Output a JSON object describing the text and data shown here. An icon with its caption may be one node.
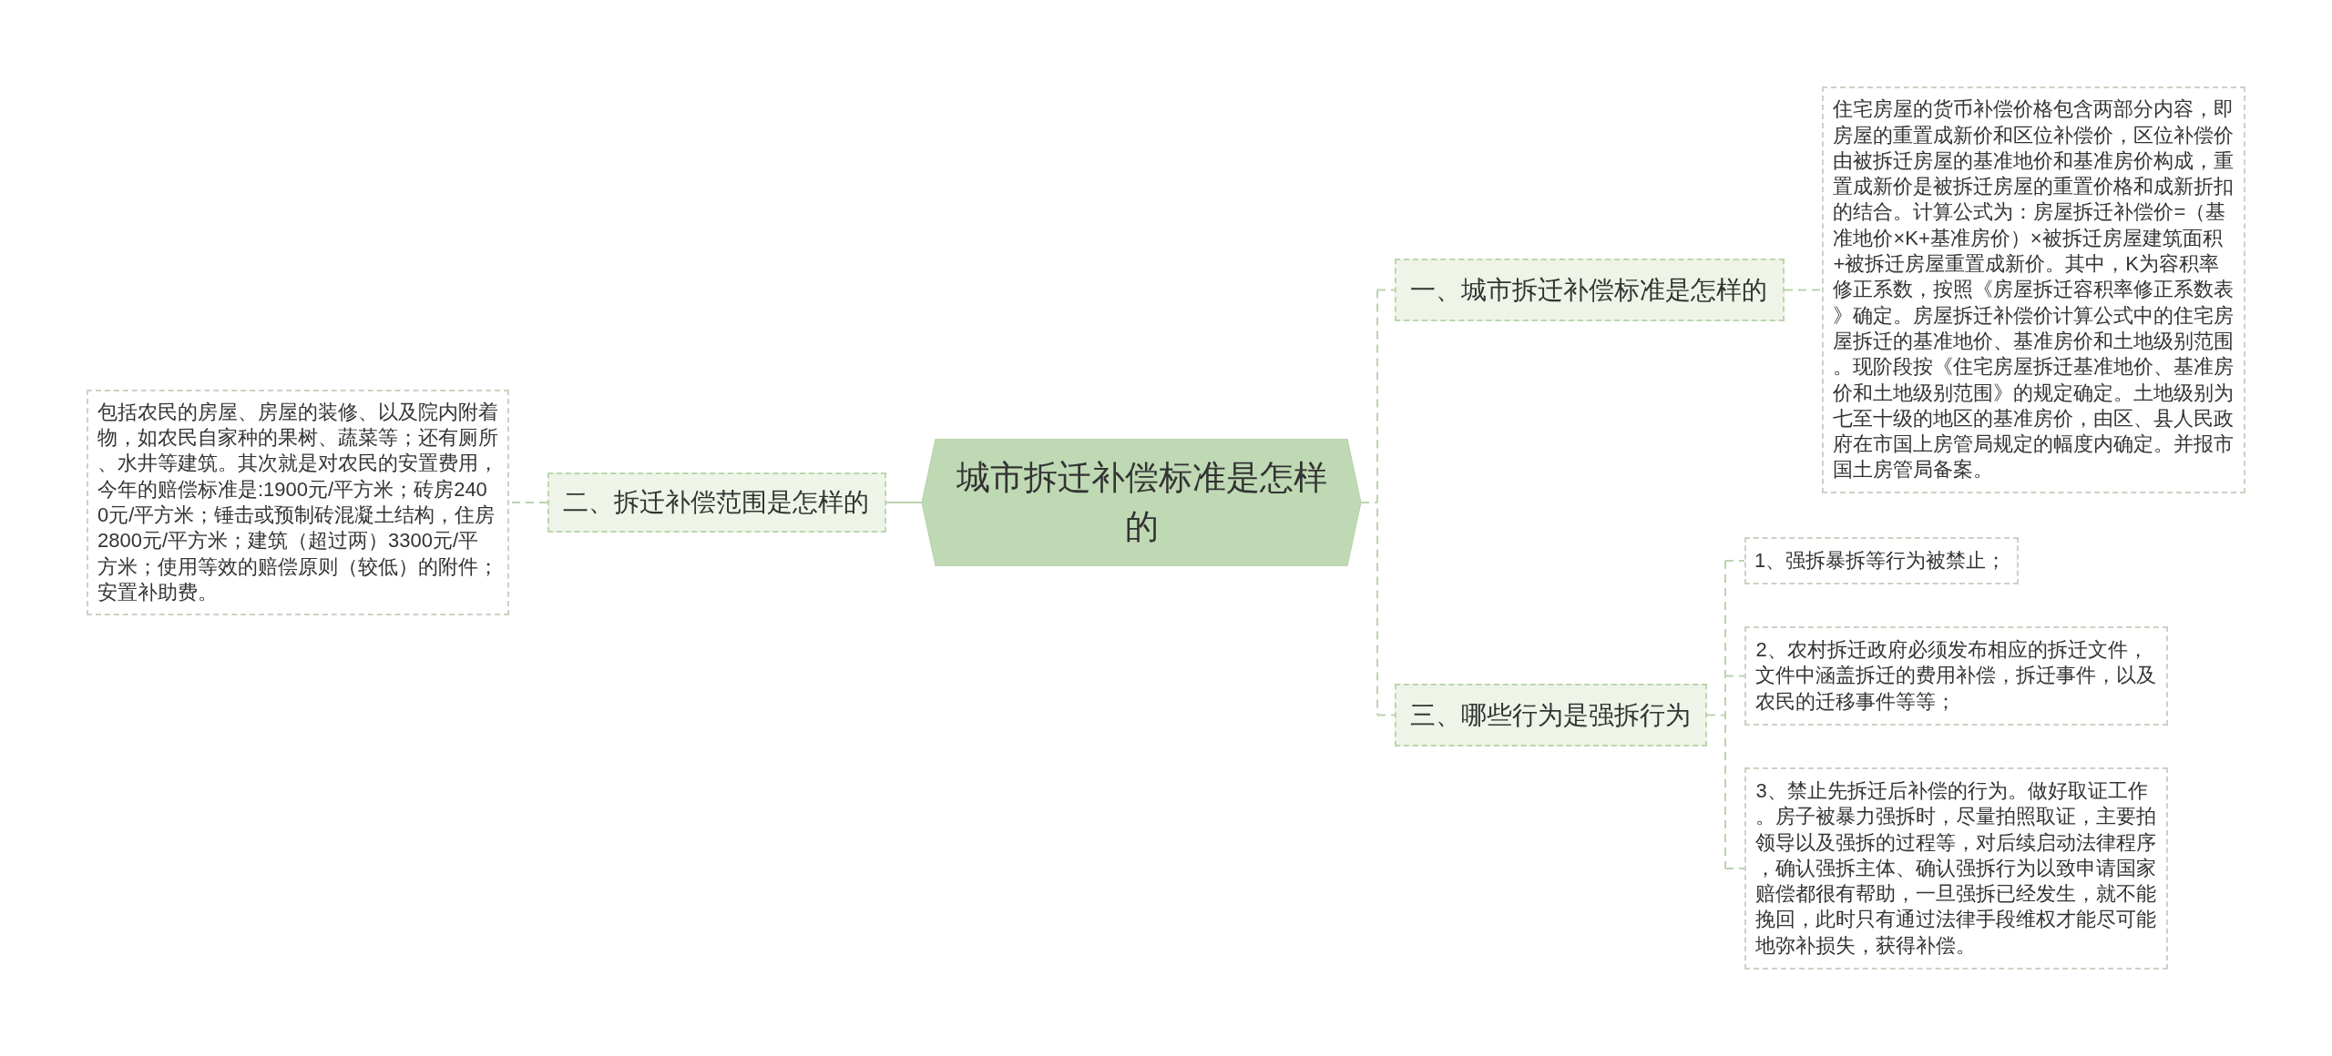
{
  "diagram": {
    "nodes": [
      {
        "text": [
          "城市拆迁补偿标准是怎样的"
        ]
      },
      {
        "text": [
          "一、城市拆迁补偿标准是怎样的"
        ]
      },
      {
        "text": [
          "住宅房屋的货币补偿价格包含两部分内容，即房屋的重置成新价和区位补偿价，区位补偿价由被拆迁房屋的基准地价和基准房价构成，重置成新价是被拆迁房屋的重置价格和成新折扣的结合。计算公式为：房屋拆迁补偿价=（基准地价×K+基准房价）×被拆迁房屋建筑面积+被拆迁房屋重置成新价。其中，K为容积率修正系数，按照《房屋拆迁容积率修正系数表》确定。房屋拆迁补偿价计算公式中的住宅房屋拆迁的基准地价、基准房价和土地级别范围。现阶段按《住宅房屋拆迁基准地价、基准房价和土地级别范围》的规定确定。土地级别为七至十级的地区的基准房价，由区、县人民政府在市国上房管局规定的幅度内确定。并报市国土房管局备案。"
        ]
      },
      {
        "text": [
          "二、拆迁补偿范围是怎样的"
        ]
      },
      {
        "text": [
          "包括农民的房屋、房屋的装修、以及院内附着物，如农民自家种的果树、蔬菜等；还有厕所、水井等建筑。其次就是对农民的安置费用，今年的赔偿标准是:1900元/平方米；砖房2400元/平方米；锤击或预制砖混凝土结构，住房2800元/平方米；建筑（超过两）3300元/平方米；使用等效的赔偿原则（较低）的附件；安置补助费。"
        ]
      },
      {
        "text": [
          "三、哪些行为是强拆行为"
        ]
      },
      {
        "text": [
          "1、强拆暴拆等行为被禁止；"
        ]
      },
      {
        "text": [
          "2、农村拆迁政府必须发布相应的拆迁文件，文件中涵盖拆迁的费用补偿，拆迁事件，以及农民的迁移事件等等；"
        ]
      },
      {
        "text": [
          "3、禁止先拆迁后补偿的行为。做好取证工作。房子被暴力强拆时，尽量拍照取证，主要拍领导以及强拆的过程等，对后续启动法律程序，确认强拆主体、确认强拆行为以致申请国家赔偿都很有帮助，一旦强拆已经发生，就不能挽回，此时只有通过法律手段维权才能尽可能地弥补损失，获得补偿。"
        ]
      }
    ],
    "edges": [
      {
        "from": 0,
        "to": 1,
        "arrow": "none",
        "style": "dashed"
      },
      {
        "from": 1,
        "to": 2,
        "arrow": "none",
        "style": "dashed"
      },
      {
        "from": 0,
        "to": 3,
        "arrow": "none"
      },
      {
        "from": 3,
        "to": 4,
        "arrow": "none",
        "style": "dashed"
      },
      {
        "from": 0,
        "to": 5,
        "arrow": "none",
        "style": "dashed"
      },
      {
        "from": 5,
        "to": 6,
        "arrow": "none",
        "style": "dashed"
      },
      {
        "from": 5,
        "to": 7,
        "arrow": "none",
        "style": "dashed"
      },
      {
        "from": 5,
        "to": 8,
        "arrow": "none",
        "style": "dashed"
      }
    ]
  }
}
